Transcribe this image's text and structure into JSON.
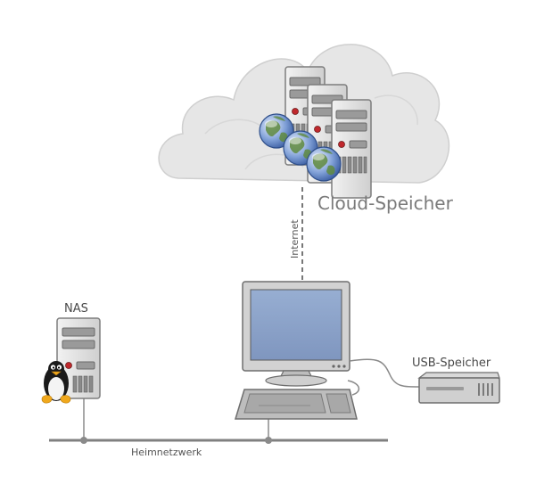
{
  "labels": {
    "cloud_storage": "Cloud-Speicher",
    "internet": "Internet",
    "nas": "NAS",
    "usb_storage": "USB-Speicher",
    "home_network": "Heimnetzwerk"
  },
  "icons": {
    "cloud": "cloud-icon",
    "server": "server-icon",
    "globe": "globe-icon",
    "monitor": "monitor-icon",
    "keyboard": "keyboard-icon",
    "external_drive": "external-drive-icon",
    "linux": "tux-icon"
  },
  "colors": {
    "cloud_fill": "#e6e6e6",
    "server_body": "#e0e0e0",
    "screen": "#8aa2c8",
    "network_line": "#808080",
    "led_red": "#c0282d"
  }
}
